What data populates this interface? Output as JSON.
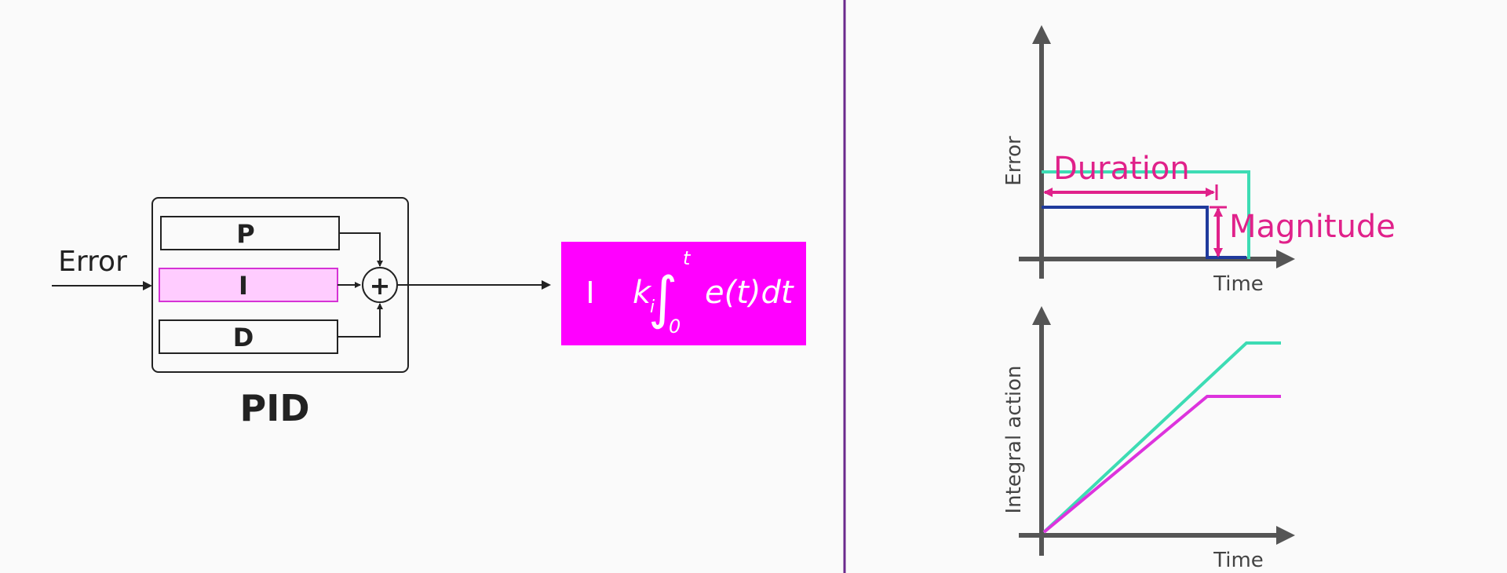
{
  "colors": {
    "background": "#fafafa",
    "ink": "#222222",
    "axis": "#555555",
    "magenta": "#ff00ff",
    "magenta_light": "#ffccff",
    "magenta_border": "#d633d6",
    "annotation": "#e0218a",
    "teal": "#3ddcb4",
    "navy": "#1f3a9c",
    "purple_line": "#dd33dd",
    "divider": "#6b2a8c"
  },
  "diagram": {
    "input_label": "Error",
    "blocks": [
      {
        "id": "p",
        "label": "P",
        "highlighted": false
      },
      {
        "id": "i",
        "label": "I",
        "highlighted": true
      },
      {
        "id": "d",
        "label": "D",
        "highlighted": false
      }
    ],
    "sum_symbol": "+",
    "caption": "PID",
    "formula": {
      "term": "I",
      "coef": "k",
      "coef_sub": "i",
      "integral": "∫",
      "lower": "0",
      "upper": "t",
      "integrand": "e(t)dt"
    }
  },
  "top_chart": {
    "ylabel": "Error",
    "xlabel": "Time",
    "annotations": {
      "duration": "Duration",
      "magnitude": "Magnitude"
    }
  },
  "bottom_chart": {
    "ylabel": "Integral action",
    "xlabel": "Time"
  },
  "icons": [
    "arrow-right-icon",
    "summing-junction-icon",
    "integral-icon",
    "double-arrow-icon"
  ]
}
